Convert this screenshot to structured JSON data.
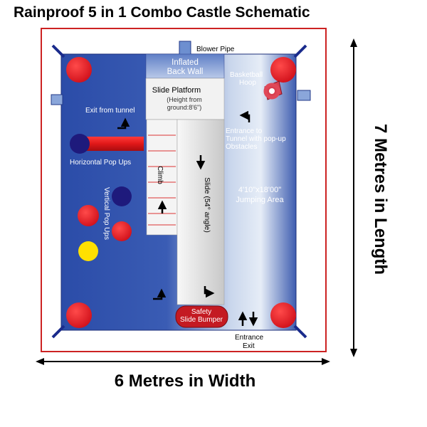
{
  "title": "Rainproof 5 in 1 Combo Castle Schematic",
  "dimensions": {
    "width": "6 Metres in Width",
    "length": "7 Metres in Length"
  },
  "labels": {
    "blower_pipe": "Blower Pipe",
    "inflated_back_wall": [
      "Inflated",
      "Back Wall"
    ],
    "basketball_hoop": [
      "Basketball",
      "Hoop"
    ],
    "slide_platform": "Slide Platform",
    "slide_platform_height": [
      "(Height from",
      "ground:8'6\")"
    ],
    "exit_from_tunnel": "Exit from tunnel",
    "entrance_to_tunnel": [
      "Entrance to",
      "Tunnel with pop-up",
      "Obstacles"
    ],
    "horizontal_pop_ups": "Horizontal Pop Ups",
    "vertical_pop_ups": "Vertical Pop Ups",
    "climb": "Climb",
    "slide": "Slide (54° angle)",
    "jumping_area": [
      "4'10\"x18'00\"",
      "Jumping Area"
    ],
    "safety_slide_bumper": [
      "Safety",
      "Slide Bumper"
    ],
    "entrance_exit": [
      "Entrance",
      "Exit"
    ]
  },
  "colors": {
    "border": "#cc2222",
    "floor_dark": "#2a4aa6",
    "floor_light": "#e4ecf6",
    "pop_up_red": "#e31b23",
    "pop_up_navy": "#1e1a7c",
    "pop_up_yellow": "#ffe000",
    "corner_post": "#1a2b8c"
  },
  "icons": [
    "corner-pillar-icon",
    "turn-arrow-icon",
    "up-arrow-icon",
    "down-arrow-icon",
    "basketball-hoop-icon"
  ]
}
